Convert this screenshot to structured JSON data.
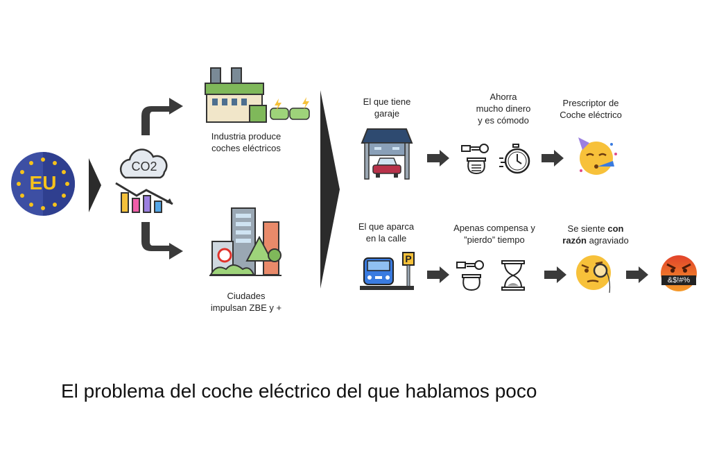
{
  "eu_badge": "EU",
  "co2_label": "CO2",
  "industry": {
    "line1": "Industria produce",
    "line2": "coches eléctricos"
  },
  "cities": {
    "line1": "Ciudades",
    "line2": "impulsan ZBE y +"
  },
  "garage_row": {
    "who": {
      "line1": "El que tiene",
      "line2": "garaje"
    },
    "benefit": {
      "line1": "Ahorra",
      "line2": "mucho dinero",
      "line3": "y es cómodo"
    },
    "result": {
      "line1": "Prescriptor de",
      "line2": "Coche eléctrico"
    }
  },
  "street_row": {
    "who": {
      "line1": "El que aparca",
      "line2": "en la calle"
    },
    "benefit": {
      "line1": "Apenas compensa y",
      "line2": "”pierdo” tiempo"
    },
    "result": {
      "pre": "Se siente ",
      "bold1": "con",
      "bold2": "razón",
      "post": " agraviado"
    },
    "parking_sign": "P",
    "swear": "&$!#%"
  },
  "title": "El problema del coche eléctrico del que hablamos poco",
  "colors": {
    "eu_blue": "#3d4fa3",
    "arrow": "#3a3a3a",
    "emoji": "#f7c13a",
    "angry": "#e8502a"
  }
}
